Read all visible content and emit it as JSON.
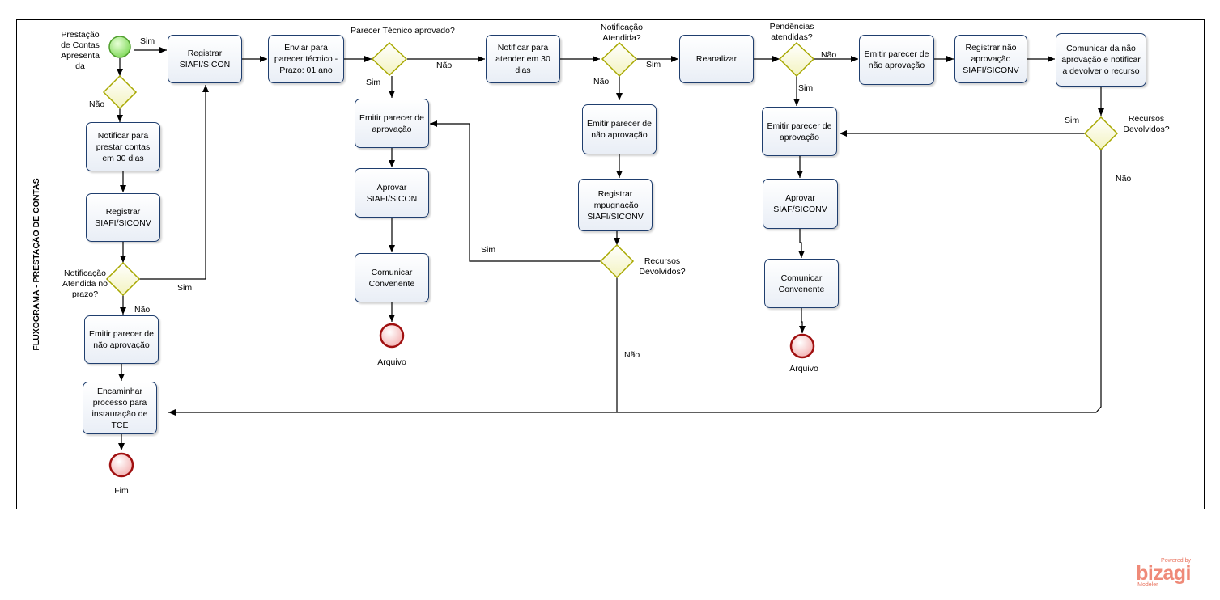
{
  "pool": {
    "title": "FLUXOGRAMA - PRESTAÇÃO DE CONTAS"
  },
  "tasks": {
    "registrar_siafi_sicon": "Registrar SIAFI/SICON",
    "enviar_parecer": "Enviar para parecer técnico - Prazo: 01 ano",
    "notificar_atender": "Notificar para atender em 30 dias",
    "reanalizar": "Reanalizar",
    "emitir_nao_aprov_top": "Emitir parecer de não aprovação",
    "registrar_nao_aprov": "Registrar não aprovação SIAFI/SICONV",
    "comunicar_nao_aprov": "Comunicar da não aprovação e notificar a devolver o recurso",
    "notificar_prestar": "Notificar para prestar contas em 30 dias",
    "registrar_siafi_siconv": "Registrar SIAFI/SICONV",
    "emitir_nao_aprov_left": "Emitir parecer de não aprovação",
    "encaminhar_tce": "Encaminhar processo para instauração de TCE",
    "emitir_aprov_1": "Emitir parecer de aprovação",
    "aprovar_siafi_sicon": "Aprovar SIAFI/SICON",
    "comunicar_convenente_1": "Comunicar Convenente",
    "emitir_nao_aprov_mid": "Emitir parecer de não aprovação",
    "registrar_impugnacao": "Registrar impugnação SIAFI/SICONV",
    "emitir_aprov_2": "Emitir parecer de aprovação",
    "aprovar_siaf_siconv": "Aprovar SIAF/SICONV",
    "comunicar_convenente_2": "Comunicar Convenente"
  },
  "gateways": {
    "g_prestacao": "Prestação de Contas Apresenta da",
    "g_notificacao_prazo": "Notificação Atendida no prazo?",
    "g_parecer": "Parecer Técnico aprovado?",
    "g_notificacao": "Notificação Atendida?",
    "g_pendencias": "Pendências atendidas?",
    "g_recursos_mid": "Recursos Devolvidos?",
    "g_recursos_right": "Recursos Devolvidos?"
  },
  "events": {
    "arquivo_1": "Arquivo",
    "arquivo_2": "Arquivo",
    "fim": "Fim"
  },
  "flow_labels": {
    "sim": "Sim",
    "nao": "Não"
  },
  "branding": {
    "powered_by": "Powered by",
    "brand": "bizagi",
    "product": "Modeler"
  },
  "colors": {
    "task_border": "#1f3e6e",
    "start_fill": "#7ed957",
    "end_border": "#a01010",
    "gateway_border": "#a8a800",
    "gateway_fill": "#fafad2",
    "brand": "#ef8a78"
  }
}
